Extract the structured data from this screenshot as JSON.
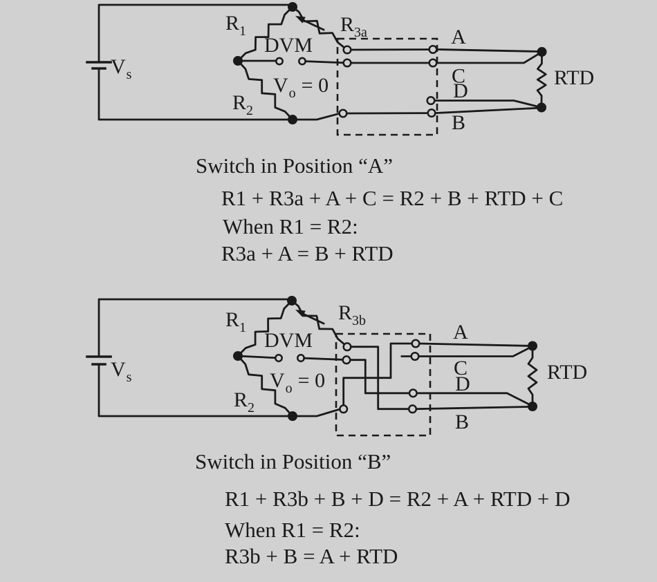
{
  "colors": {
    "background": "#d1d1d1",
    "ink": "#1a1a1a"
  },
  "circuit_a": {
    "source_label": {
      "main": "V",
      "sub": "s"
    },
    "r1": {
      "main": "R",
      "sub": "1"
    },
    "r2": {
      "main": "R",
      "sub": "2"
    },
    "r3": {
      "main": "R",
      "sub": "3a"
    },
    "meter": "DVM",
    "meter_reading": {
      "main": "V",
      "sub": "o",
      "rest": "= 0"
    },
    "lead_a": "A",
    "lead_c": "C",
    "lead_d": "D",
    "lead_b": "B",
    "sensor": "RTD"
  },
  "circuit_b": {
    "source_label": {
      "main": "V",
      "sub": "s"
    },
    "r1": {
      "main": "R",
      "sub": "1"
    },
    "r2": {
      "main": "R",
      "sub": "2"
    },
    "r3": {
      "main": "R",
      "sub": "3b"
    },
    "meter": "DVM",
    "meter_reading": {
      "main": "V",
      "sub": "o",
      "rest": "= 0"
    },
    "lead_a": "A",
    "lead_c": "C",
    "lead_d": "D",
    "lead_b": "B",
    "sensor": "RTD"
  },
  "section_a": {
    "heading": "Switch in Position “A”",
    "eq1": "R1 + R3a + A + C = R2 + B + RTD + C",
    "eq2": "When R1 = R2:",
    "eq3": "R3a + A = B + RTD"
  },
  "section_b": {
    "heading": "Switch in Position “B”",
    "eq1": "R1 + R3b + B + D = R2 + A + RTD + D",
    "eq2": "When R1 = R2:",
    "eq3": "R3b + B = A + RTD"
  }
}
